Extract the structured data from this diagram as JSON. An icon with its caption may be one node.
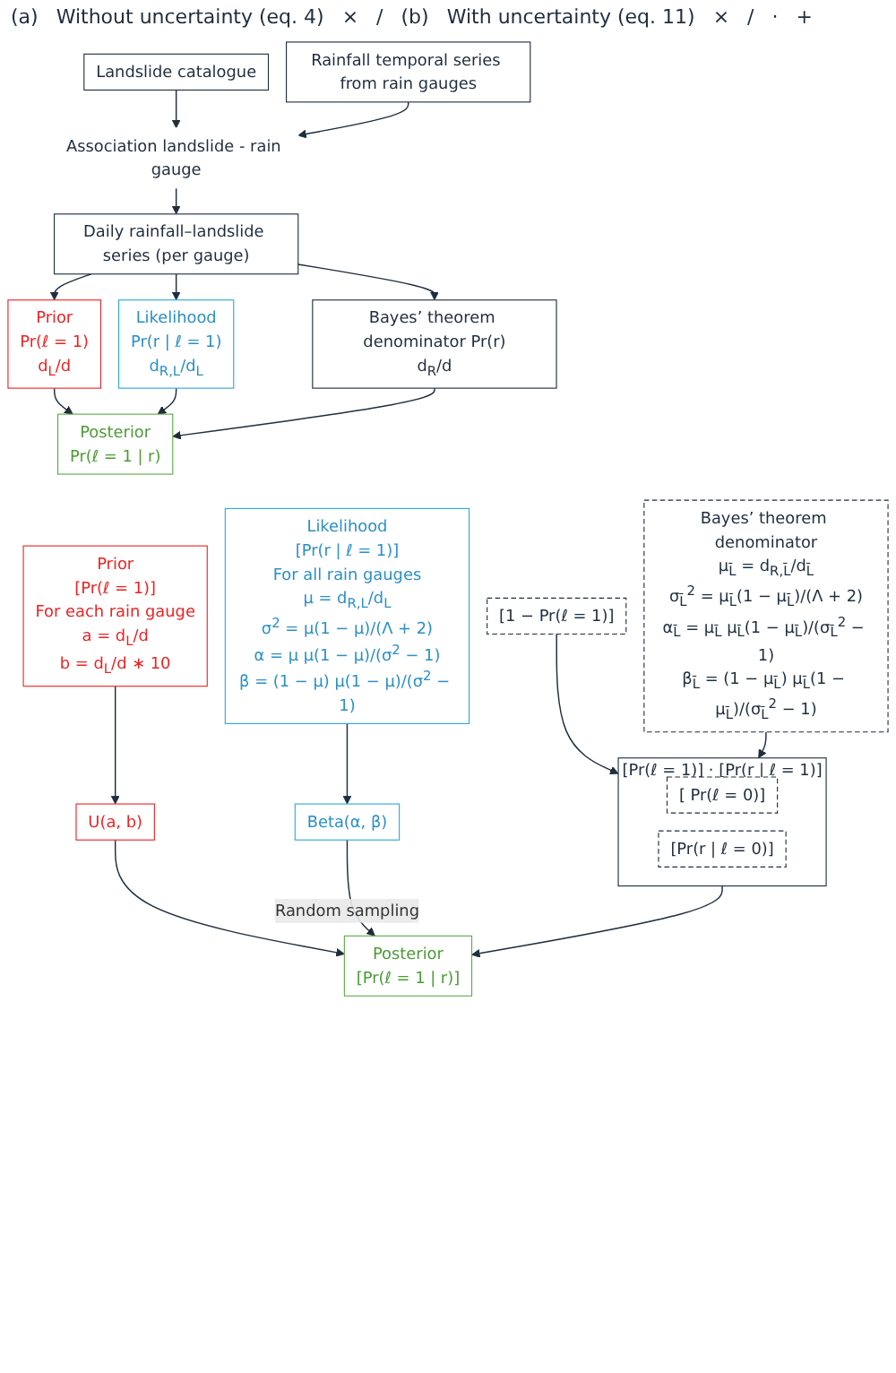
{
  "diagram": {
    "nodes": [
      {
        "text": [
          "Landslide catalogue"
        ]
      },
      {
        "text": [
          "Rainfall temporal series from rain gauges"
        ]
      },
      {
        "text": [
          "Association landslide - rain gauge"
        ]
      },
      {
        "text": [
          "Daily rainfall–landslide series (per gauge)"
        ]
      },
      {
        "text": [
          "Prior",
          "Pr(ℓ = 1)",
          "d$_{L}$/d"
        ]
      },
      {
        "text": [
          "Likelihood",
          "Pr(r | ℓ = 1)",
          "d$_{R,L}$/d$_{L}$"
        ]
      },
      {
        "text": [
          "Bayes’ theorem denominator Pr(r)",
          "d$_{R}$/d"
        ]
      },
      {
        "text": [
          "Posterior",
          "Pr(ℓ = 1 | r)"
        ]
      },
      {
        "text": [
          "Prior",
          "[Pr(ℓ = 1)]",
          "For each rain gauge",
          "a = d$_{L}$/d",
          "b = d$_{L}$/d ∗ 10"
        ]
      },
      {
        "text": [
          "Likelihood",
          "[Pr(r | ℓ = 1)]",
          "For all rain gauges",
          "μ = d$_{R,L}$/d$_{L}$",
          "σ$^{2}$ = μ(1 − μ)/(Λ + 2)",
          "α = μ μ(1 − μ)/(σ$^{2}$ − 1)",
          "β = (1 − μ) μ(1 − μ)/(σ$^{2}$ − 1)"
        ]
      },
      {
        "text": [
          "[1 − Pr(ℓ = 1)]"
        ]
      },
      {
        "text": [
          "Bayes’ theorem denominator",
          "μ$_{L̄}$ = d$_{R,L̄}$/d$_{L̄}$",
          "σ$_{L̄}$$^{2}$ = μ$_{L̄}$(1 − μ$_{L̄}$)/(Λ + 2)",
          "α$_{L̄}$ = μ$_{L̄}$ μ$_{L̄}$(1 − μ$_{L̄}$)/(σ$_{L̄}$$^{2}$ − 1)",
          "β$_{L̄}$ = (1 − μ$_{L̄}$) μ$_{L̄}$(1 − μ$_{L̄}$)/(σ$_{L̄}$$^{2}$ − 1)"
        ]
      },
      {
        "text": [
          "U(a, b)"
        ]
      },
      {
        "text": [
          "Beta(α, β)"
        ]
      },
      {
        "text": [
          "[Pr(ℓ = 1)] · [Pr(r | ℓ = 1)]"
        ]
      },
      {
        "text": [
          "[ Pr(ℓ = 0)]"
        ],
        "in": 14
      },
      {
        "text": [
          "[Pr(r | ℓ = 0)]"
        ],
        "in": 14
      },
      {
        "text": [
          "Posterior",
          "[Pr(ℓ = 1 | r)]"
        ]
      }
    ],
    "edges": [
      {
        "from": 0,
        "to": 2,
        "arrow": "to"
      },
      {
        "from": 1,
        "to": 2,
        "arrow": "to"
      },
      {
        "from": 2,
        "to": 3,
        "arrow": "to"
      },
      {
        "from": 3,
        "to": 4,
        "arrow": "to"
      },
      {
        "from": 3,
        "to": 5,
        "arrow": "to"
      },
      {
        "from": 3,
        "to": 6,
        "arrow": "to"
      },
      {
        "from": 4,
        "to": 7,
        "arrow": "to"
      },
      {
        "from": 5,
        "to": 7,
        "arrow": "to"
      },
      {
        "from": 6,
        "to": 7,
        "arrow": "to"
      },
      {
        "from": 8,
        "to": 12,
        "arrow": "to"
      },
      {
        "from": 9,
        "to": 13,
        "arrow": "to"
      },
      {
        "from": 10,
        "to": 14,
        "arrow": "to"
      },
      {
        "from": 11,
        "to": 14,
        "arrow": "to"
      },
      {
        "from": 12,
        "to": 17,
        "arrow": "to"
      },
      {
        "from": 13,
        "to": 17,
        "arrow": "to",
        "label": "Random sampling"
      },
      {
        "from": 14,
        "to": 17,
        "arrow": "to"
      }
    ],
    "labels": [
      "(a)",
      "Without uncertainty (eq. 4)",
      "×",
      "/",
      "(b)",
      "With uncertainty (eq. 11)",
      "×",
      "/",
      "·",
      "+"
    ]
  }
}
